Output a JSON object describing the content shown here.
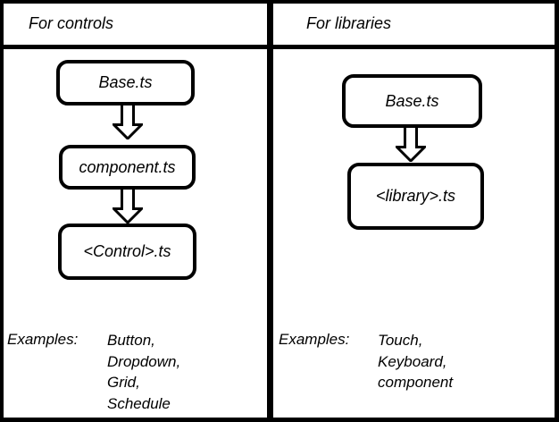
{
  "diagram": {
    "colors": {
      "line": "#000000",
      "background": "#ffffff"
    },
    "icons": {
      "flow_arrow": "down-arrow-icon"
    },
    "panels": [
      {
        "id": "controls",
        "header": "For controls",
        "nodes": [
          {
            "label": "Base.ts"
          },
          {
            "label": "component.ts"
          },
          {
            "label": "<Control>.ts"
          }
        ],
        "examples_label": "Examples:",
        "examples": [
          "Button,",
          "Dropdown,",
          "Grid,",
          "Schedule"
        ]
      },
      {
        "id": "libraries",
        "header": "For libraries",
        "nodes": [
          {
            "label": "Base.ts"
          },
          {
            "label": "<library>.ts"
          }
        ],
        "examples_label": "Examples:",
        "examples": [
          "Touch,",
          "Keyboard,",
          "component"
        ]
      }
    ]
  }
}
